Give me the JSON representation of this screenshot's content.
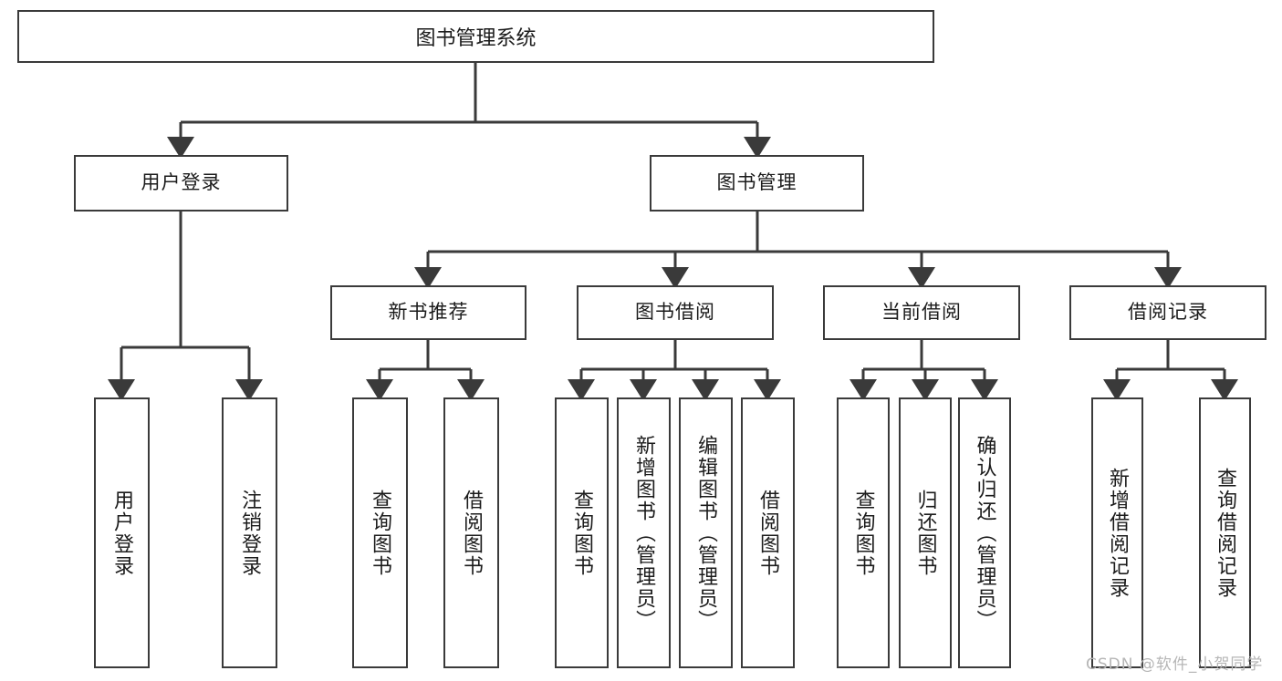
{
  "diagram": {
    "title": "图书管理系统",
    "root": {
      "label": "图书管理系统"
    },
    "level2": [
      {
        "label": "用户登录"
      },
      {
        "label": "图书管理"
      }
    ],
    "level3": [
      {
        "label": "新书推荐"
      },
      {
        "label": "图书借阅"
      },
      {
        "label": "当前借阅"
      },
      {
        "label": "借阅记录"
      }
    ],
    "leaves": {
      "user_login": [
        {
          "label": "用户登录"
        },
        {
          "label": "注销登录"
        }
      ],
      "new_book_recommend": [
        {
          "label": "查询图书"
        },
        {
          "label": "借阅图书"
        }
      ],
      "book_borrow": [
        {
          "label": "查询图书"
        },
        {
          "label": "新增图书（管理员）"
        },
        {
          "label": "编辑图书（管理员）"
        },
        {
          "label": "借阅图书"
        }
      ],
      "current_borrow": [
        {
          "label": "查询图书"
        },
        {
          "label": "归还图书"
        },
        {
          "label": "确认归还（管理员）"
        }
      ],
      "borrow_record": [
        {
          "label": "新增借阅记录"
        },
        {
          "label": "查询借阅记录"
        }
      ]
    }
  },
  "watermark": {
    "text": "CSDN @软件_小贺同学"
  },
  "colors": {
    "border": "#3a3a3a",
    "text": "#1b1b1b",
    "background": "#ffffff",
    "watermark": "#b6b6b6"
  }
}
